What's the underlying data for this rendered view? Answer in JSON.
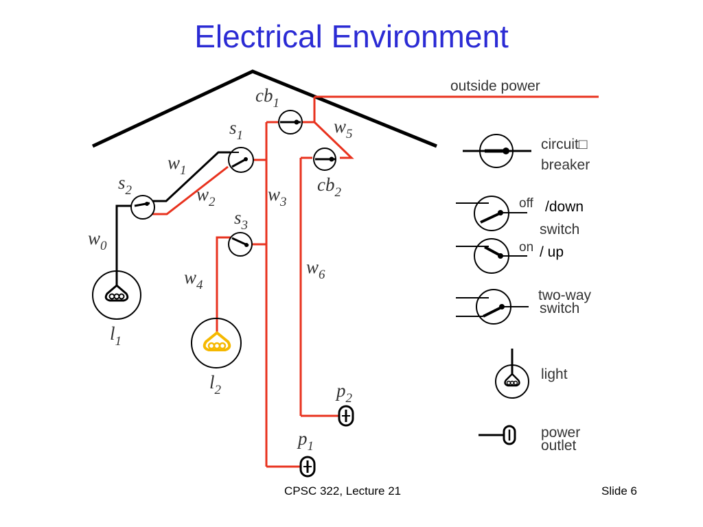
{
  "slide": {
    "title": "Electrical Environment",
    "footer_left": "CPSC 322, Lecture 21",
    "footer_right": "Slide 6"
  },
  "diagram": {
    "outside_power": "outside power",
    "labels": {
      "cb1": {
        "base": "cb",
        "sub": "1"
      },
      "cb2": {
        "base": "cb",
        "sub": "2"
      },
      "s1": {
        "base": "s",
        "sub": "1"
      },
      "s2": {
        "base": "s",
        "sub": "2"
      },
      "s3": {
        "base": "s",
        "sub": "3"
      },
      "w0": {
        "base": "w",
        "sub": "0"
      },
      "w1": {
        "base": "w",
        "sub": "1"
      },
      "w2": {
        "base": "w",
        "sub": "2"
      },
      "w3": {
        "base": "w",
        "sub": "3"
      },
      "w4": {
        "base": "w",
        "sub": "4"
      },
      "w5": {
        "base": "w",
        "sub": "5"
      },
      "w6": {
        "base": "w",
        "sub": "6"
      },
      "l1": {
        "base": "l",
        "sub": "1"
      },
      "l2": {
        "base": "l",
        "sub": "2"
      },
      "p1": {
        "base": "p",
        "sub": "1"
      },
      "p2": {
        "base": "p",
        "sub": "2"
      }
    },
    "legend": {
      "circuit_breaker_1": "circuit□",
      "circuit_breaker_2": "breaker",
      "off": "off",
      "switch": "switch",
      "on": "on",
      "two_way_1": "two-way",
      "two_way_2": "switch",
      "light": "light",
      "power_outlet_1": "power",
      "power_outlet_2": "outlet"
    },
    "annotations": {
      "down": "/down",
      "up": "/ up"
    },
    "colors": {
      "wire_live": "#e8321e",
      "wire_dead": "#000000",
      "light_on": "#f5b800",
      "title": "#2b2bd4"
    }
  }
}
